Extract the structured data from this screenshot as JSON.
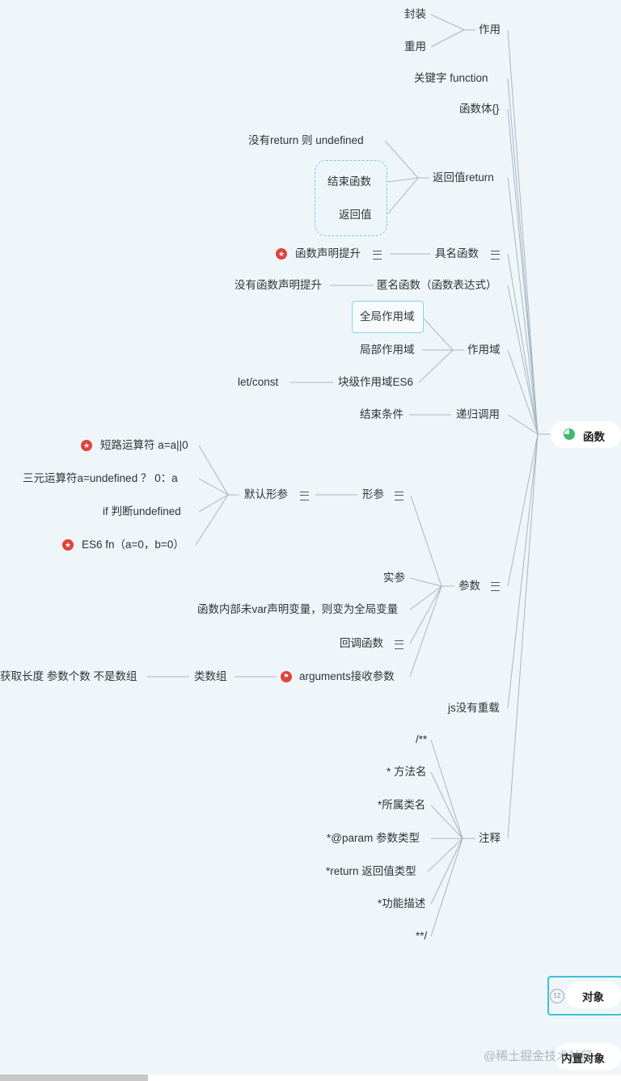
{
  "root": {
    "label": "函数"
  },
  "nodes": {
    "purpose": "作用",
    "encapsulate": "封装",
    "reuse": "重用",
    "keyword": "关键字  function",
    "body": "函数体{}",
    "ret": "返回值return",
    "ret_undef": "没有return 则 undefined",
    "end_fn": "结束函数",
    "ret_val": "返回值",
    "named": "具名函数",
    "hoist": "函数声明提升",
    "anon": "匿名函数（函数表达式）",
    "no_hoist": "没有函数声明提升",
    "scope": "作用域",
    "global": "全局作用域",
    "local": "局部作用域",
    "block": "块级作用域ES6",
    "letconst": "let/const",
    "recursion": "递归调用",
    "end_cond": "结束条件",
    "params": "参数",
    "formal": "形参",
    "default": "默认形参",
    "short": "短路运算符 a=a||0",
    "ternary": "三元运算符a=undefined ？ 0：a",
    "if_undef": "if 判断undefined",
    "es6": "ES6 fn（a=0，b=0）",
    "actual": "实参",
    "no_var": "函数内部未var声明变量，则变为全局变量",
    "callback": "回调函数",
    "arguments": "arguments接收参数",
    "array_like": "类数组",
    "len": "获取长度 参数个数 不是数组",
    "no_overload": "js没有重载",
    "comment": "注释",
    "c1": "/**",
    "c2": "* 方法名",
    "c3": "*所属类名",
    "c4": "*@param 参数类型",
    "c5": "*return 返回值类型",
    "c6": "*功能描述",
    "c7": "**/"
  },
  "siblings": {
    "object": "对象",
    "object_count": "12",
    "builtin": "内置对象"
  },
  "watermark": "@稀土掘金技术社区",
  "colors": {
    "line": "#a9b6bf",
    "accent": "#3fc0d6",
    "marker": "#e0433b",
    "progress": "#3dbb6c"
  },
  "icons": {
    "marker": "star-icon",
    "flag": "flag-icon",
    "note": "menu-icon",
    "progress": "progress-pie-icon"
  }
}
